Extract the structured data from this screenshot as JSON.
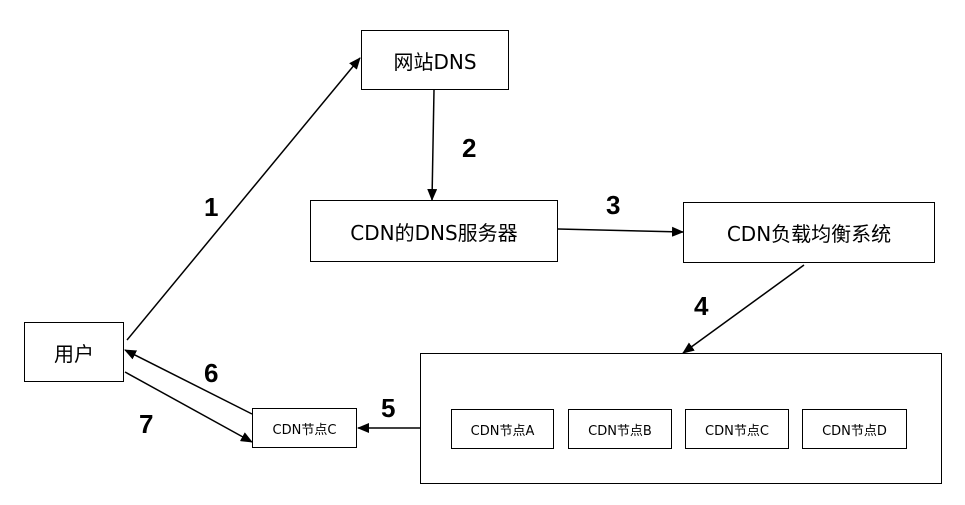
{
  "nodes": {
    "website_dns": "网站DNS",
    "cdn_dns_server": "CDN的DNS服务器",
    "cdn_load_balancer": "CDN负载均衡系统",
    "user": "用户",
    "selected_node": "CDN节点C",
    "cluster": [
      "CDN节点A",
      "CDN节点B",
      "CDN节点C",
      "CDN节点D"
    ]
  },
  "steps": [
    "1",
    "2",
    "3",
    "4",
    "5",
    "6",
    "7"
  ]
}
